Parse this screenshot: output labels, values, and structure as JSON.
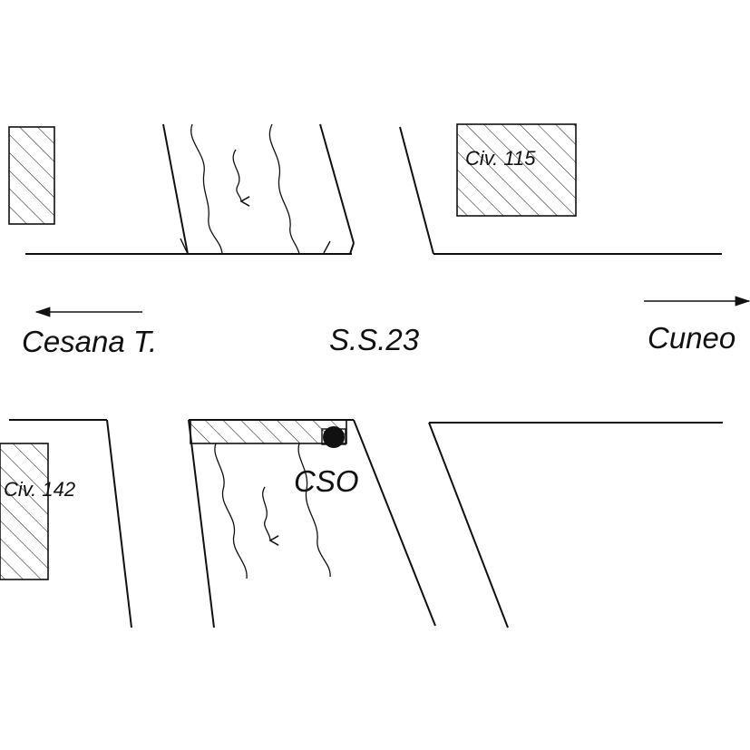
{
  "labels": {
    "road": "S.S.23",
    "west_direction": "Cesana T.",
    "east_direction": "Cuneo",
    "station": "CSO",
    "house_north": "Civ. 115",
    "house_south": "Civ. 142"
  },
  "colors": {
    "ink": "#111111",
    "paper": "#ffffff"
  }
}
